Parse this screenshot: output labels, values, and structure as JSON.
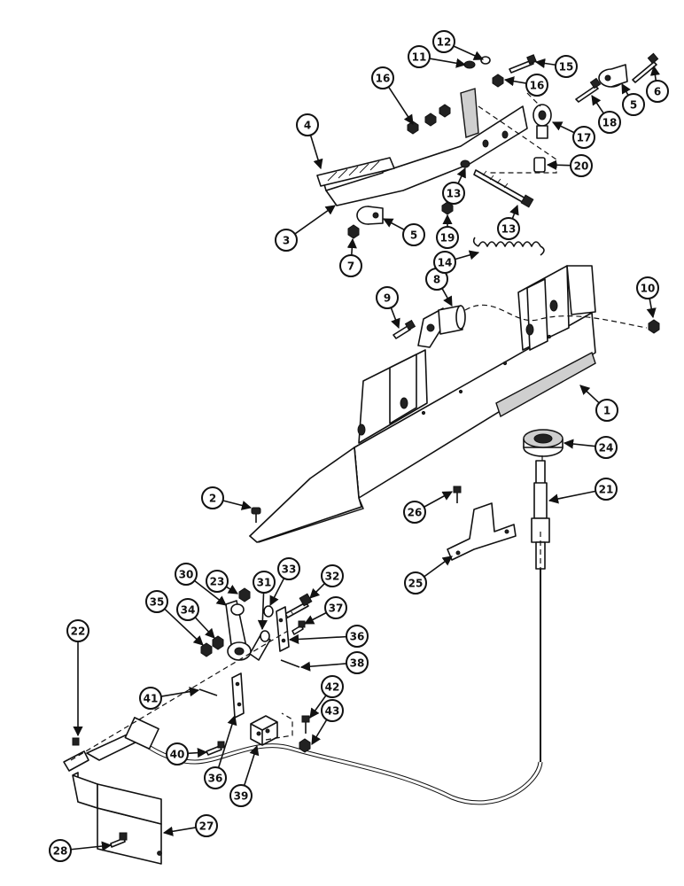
{
  "diagram": {
    "callouts": [
      "1",
      "2",
      "3",
      "4",
      "5",
      "5",
      "6",
      "7",
      "8",
      "9",
      "10",
      "11",
      "12",
      "13",
      "13",
      "14",
      "15",
      "16",
      "16",
      "17",
      "18",
      "19",
      "20",
      "21",
      "22",
      "23",
      "24",
      "25",
      "26",
      "27",
      "28",
      "30",
      "31",
      "32",
      "33",
      "34",
      "35",
      "36",
      "36",
      "37",
      "38",
      "39",
      "40",
      "41",
      "42",
      "43"
    ]
  }
}
